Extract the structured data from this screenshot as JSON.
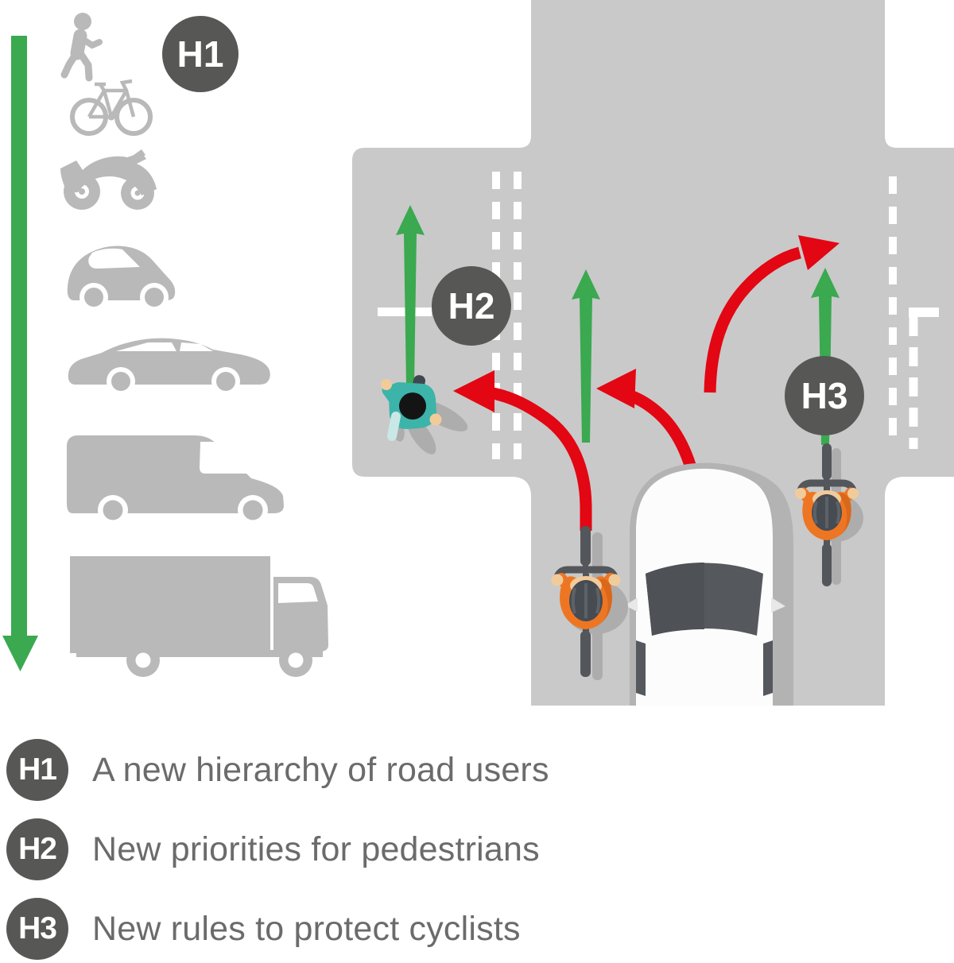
{
  "colors": {
    "road": "#c9c9c9",
    "icon": "#b9b9b9",
    "green": "#3aa950",
    "red": "#e30613",
    "badge": "#575756",
    "text": "#6b6b6b",
    "orange": "#ee7623",
    "orange_dark": "#d9671c",
    "teal": "#3cb4aa",
    "teal_light": "#c9e8e5",
    "skin": "#f2cb9b",
    "dark": "#53565a",
    "shadow": "#adadad",
    "car_shadow": "#b3b3b3"
  },
  "hierarchy": {
    "badge_label": "H1",
    "items": [
      "pedestrian",
      "bicycle",
      "motorcycle",
      "city-car",
      "car",
      "van",
      "truck"
    ]
  },
  "scene": {
    "h2_label": "H2",
    "h3_label": "H3"
  },
  "legend": {
    "items": [
      {
        "badge": "H1",
        "text": "A new hierarchy of road users"
      },
      {
        "badge": "H2",
        "text": "New priorities for pedestrians"
      },
      {
        "badge": "H3",
        "text": "New rules to protect cyclists"
      }
    ]
  }
}
